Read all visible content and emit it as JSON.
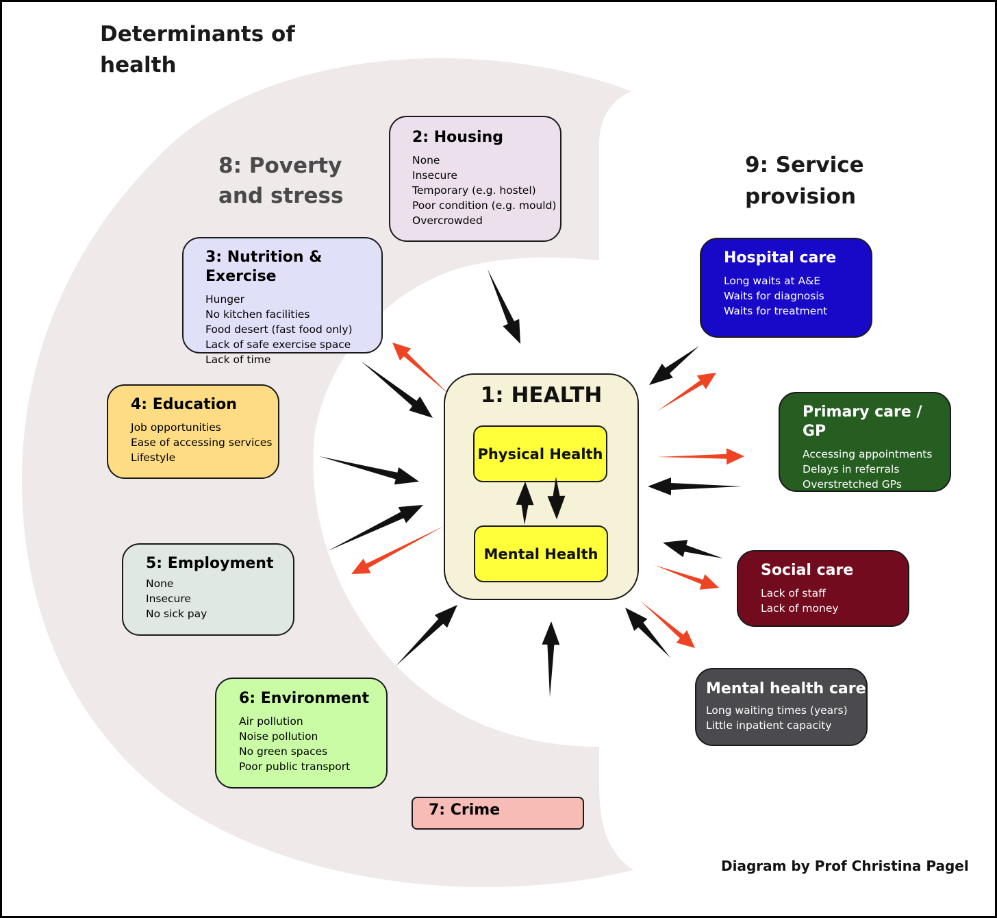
{
  "title": "Determinants of health",
  "poverty_label": "8: Poverty and stress",
  "service_label": "9: Service provision",
  "center": {
    "title": "1: HEALTH",
    "physical": "Physical Health",
    "mental": "Mental Health"
  },
  "determinants": [
    {
      "id": "housing",
      "title": "2: Housing",
      "items": [
        "None",
        "Insecure",
        "Temporary (e.g. hostel)",
        "Poor condition (e.g. mould)",
        "Overcrowded"
      ],
      "color": "#ebe0eb"
    },
    {
      "id": "nutrition",
      "title": "3: Nutrition & Exercise",
      "items": [
        "Hunger",
        "No kitchen facilities",
        "Food desert (fast food only)",
        "Lack of safe exercise space",
        "Lack of time"
      ],
      "color": "#e1e0f9"
    },
    {
      "id": "education",
      "title": "4: Education",
      "items": [
        "Job opportunities",
        "Ease of accessing services",
        "Lifestyle"
      ],
      "color": "#fedc84"
    },
    {
      "id": "employment",
      "title": "5: Employment",
      "items": [
        "None",
        "Insecure",
        "No sick pay"
      ],
      "color": "#dfe8e2"
    },
    {
      "id": "environment",
      "title": "6: Environment",
      "items": [
        "Air pollution",
        "Noise pollution",
        "No green spaces",
        "Poor public transport"
      ],
      "color": "#c9fca5"
    },
    {
      "id": "crime",
      "title": "7: Crime",
      "items": [],
      "color": "#f8bcb6"
    }
  ],
  "services": [
    {
      "id": "hospital",
      "title": "Hospital care",
      "items": [
        "Long waits at A&E",
        "Waits for diagnosis",
        "Waits for treatment"
      ],
      "color": "#1809c9"
    },
    {
      "id": "primary",
      "title": "Primary care / GP",
      "items": [
        "Accessing appointments",
        "Delays in referrals",
        "Overstretched GPs"
      ],
      "color": "#265d21"
    },
    {
      "id": "social",
      "title": "Social care",
      "items": [
        "Lack of staff",
        "Lack of money"
      ],
      "color": "#730b1f"
    },
    {
      "id": "mental",
      "title": "Mental health care",
      "items": [
        "Long waiting times (years)",
        "Little inpatient capacity"
      ],
      "color": "#4b4a4f"
    }
  ],
  "credit": "Diagram by Prof Christina Pagel",
  "colors": {
    "band": "#efe9e9",
    "health_box": "#f5f2d8",
    "health_inner": "#ffff3a",
    "black_arrow": "#111111",
    "red_arrow": "#ef4423"
  }
}
